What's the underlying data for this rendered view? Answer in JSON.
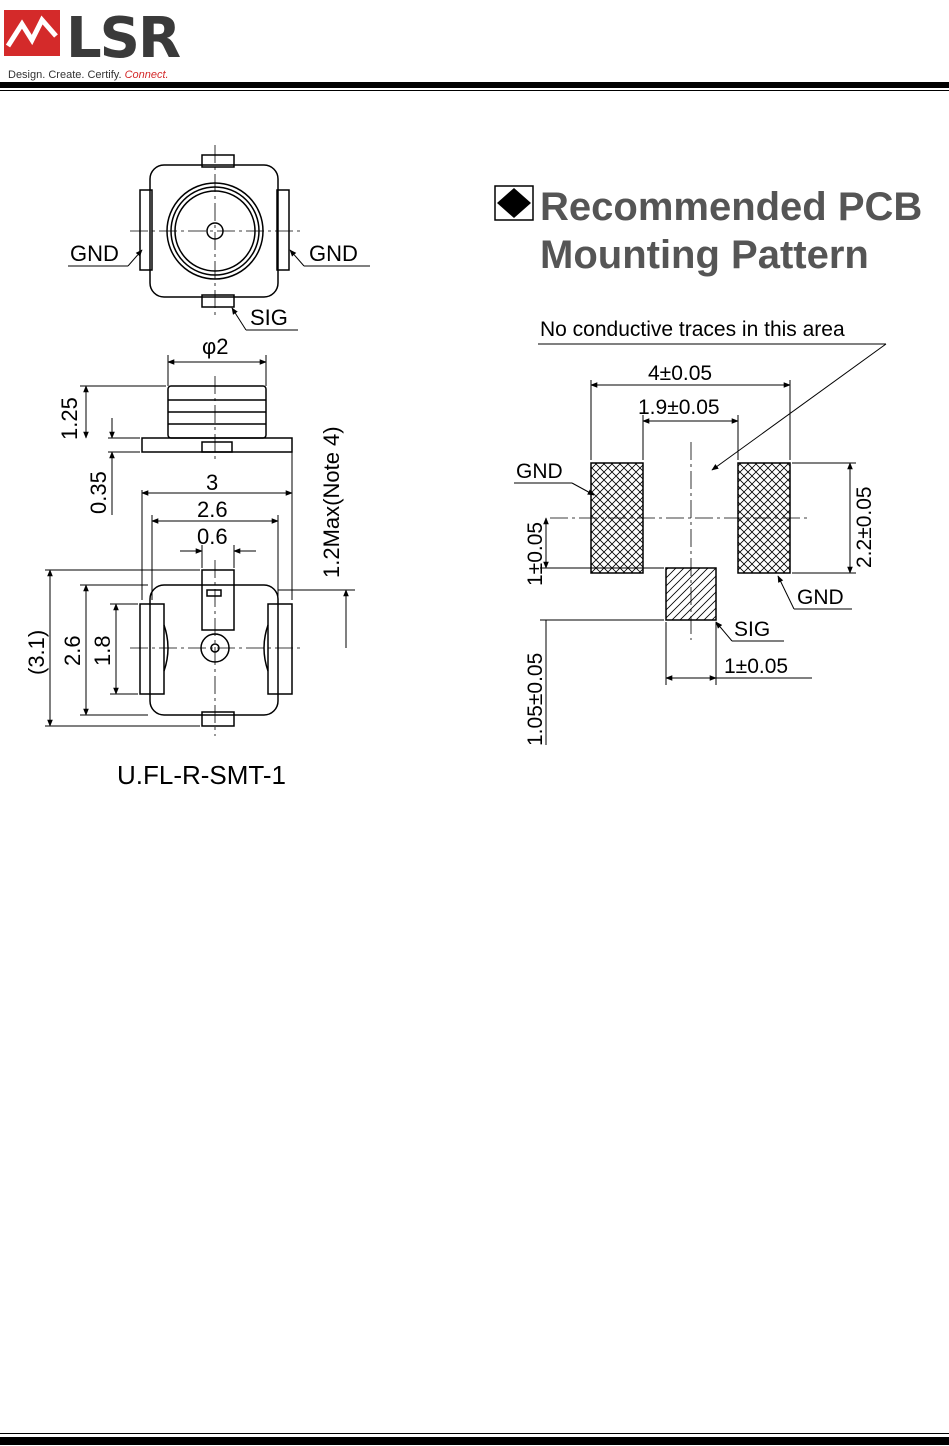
{
  "header": {
    "logo_text": "LSR",
    "tagline": "Design. Create. Certify.",
    "tagline_accent": "Connect.",
    "brand_red": "#d42a2a"
  },
  "left_drawing": {
    "top_view": {
      "gnd_left": "GND",
      "gnd_right": "GND",
      "sig": "SIG"
    },
    "side_view": {
      "diameter": "φ2",
      "height": "1.25",
      "base": "0.35",
      "max_height": "1.2Max(Note 4)"
    },
    "bottom_view": {
      "width_outer": "3",
      "width_mid": "2.6",
      "width_pin": "0.6",
      "height_total": "(3.1)",
      "height_body": "2.6",
      "height_pad": "1.8"
    },
    "part_name": "U.FL-R-SMT-1"
  },
  "right_drawing": {
    "title_line1": "Recommended PCB",
    "title_line2": "Mounting Pattern",
    "note": "No conductive traces in this area",
    "dim_outer": "4±0.05",
    "dim_inner": "1.9±0.05",
    "dim_pad_height": "2.2±0.05",
    "dim_offset": "1±0.05",
    "dim_sig_offset": "1.05±0.05",
    "dim_sig_width": "1±0.05",
    "gnd_top": "GND",
    "gnd_bottom": "GND",
    "sig": "SIG"
  }
}
